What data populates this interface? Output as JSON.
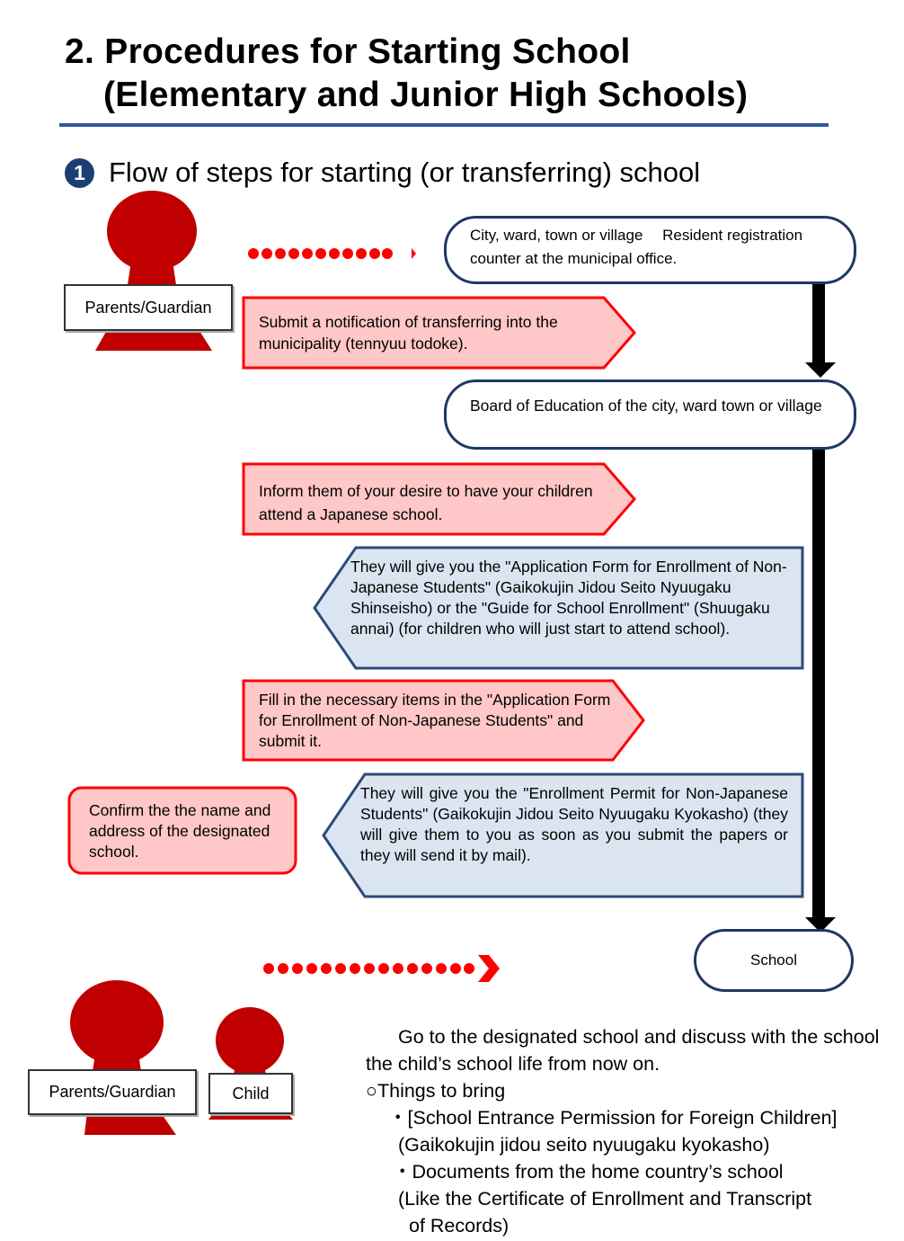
{
  "title": {
    "line1": "2. Procedures for Starting School",
    "line2": "(Elementary and Junior High Schools)"
  },
  "section": {
    "number": "1",
    "heading": "Flow of steps for starting (or transferring) school"
  },
  "labels": {
    "parents_guardian_top": "Parents/Guardian",
    "parents_guardian_bottom": "Parents/Guardian",
    "child": "Child"
  },
  "nodes": {
    "city_office": "City, ward, town or village　 Resident registration counter at the municipal office.",
    "board_of_education": "Board of Education of the city, ward town or village",
    "school": "School"
  },
  "steps": {
    "submit_notification": "Submit a notification of transferring into the municipality (tennyuu todoke).",
    "inform_desire": "Inform them of your desire to have your children attend a Japanese school.",
    "give_application_form": "They will give you the \"Application Form for Enrollment of Non-Japanese Students\" (Gaikokujin Jidou Seito Nyuugaku Shinseisho) or the \"Guide for School Enrollment\" (Shuugaku annai) (for children who will just start to attend school).",
    "fill_in_form": "Fill in the necessary items in the \"Application Form for Enrollment of Non-Japanese Students\" and submit it.",
    "confirm_school": "Confirm the the name and address of the designated school.",
    "give_permit": "They will give you the \"Enrollment Permit for Non-Japanese Students\" (Gaikokujin Jidou Seito Nyuugaku Kyokasho) (they will give them to you as soon as you submit the papers or they will send it by mail)."
  },
  "bottom": {
    "intro": "Go to the designated school and discuss with the school the child’s school life from now on.",
    "things_heading": "○Things to bring",
    "item1_line1": "・[School Entrance Permission for Foreign Children]",
    "item1_line2": "(Gaikokujin jidou seito nyuugaku kyokasho)",
    "item2_line1": "・Documents from the home country’s school",
    "item2_line2": "(Like the Certificate of Enrollment and Transcript",
    "item2_line3": "of Records)"
  },
  "colors": {
    "person_red": "#c00000",
    "step_fill_red": "#ffc7c7",
    "step_border_red": "#ff0000",
    "step_fill_blue": "#dbe5f1",
    "step_border_blue": "#2e4a7a",
    "node_border": "#1f3864",
    "rule_blue": "#2e5899",
    "dot_red": "#ff0000"
  },
  "icons": [
    "person-icon",
    "dotted-arrow-icon",
    "down-arrow-icon"
  ]
}
